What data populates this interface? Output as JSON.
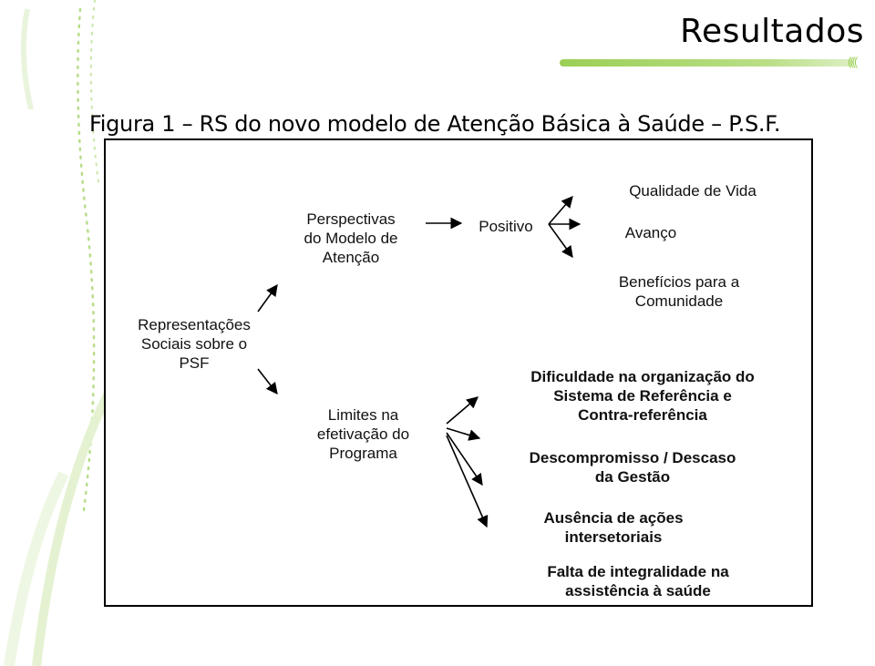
{
  "slide": {
    "title": "Resultados",
    "figure_caption": "Figura 1 – RS do novo modelo de Atenção Básica à Saúde – P.S.F.",
    "title_curls": "((((",
    "colors": {
      "accent_green": "#9bcf55",
      "frame": "#000000",
      "text": "#111111"
    }
  },
  "diagram": {
    "root": [
      "Representações",
      "Sociais sobre o",
      "PSF"
    ],
    "perspectivas": [
      "Perspectivas",
      "do Modelo de",
      "Atenção"
    ],
    "limites": [
      "Limites na",
      "efetivação do",
      "Programa"
    ],
    "positivo": "Positivo",
    "outcomes_positive": {
      "qualidade": "Qualidade de Vida",
      "avanco": "Avanço",
      "beneficios": [
        "Benefícios para a",
        "Comunidade"
      ]
    },
    "outcomes_limits": {
      "dificuldade": [
        "Dificuldade na organização do",
        "Sistema de Referência e",
        "Contra-referência"
      ],
      "descompromisso": [
        "Descompromisso / Descaso",
        "da Gestão"
      ],
      "ausencia": [
        "Ausência de ações",
        "intersetoriais"
      ],
      "falta": [
        "Falta de integralidade na",
        "assistência à saúde"
      ]
    }
  }
}
